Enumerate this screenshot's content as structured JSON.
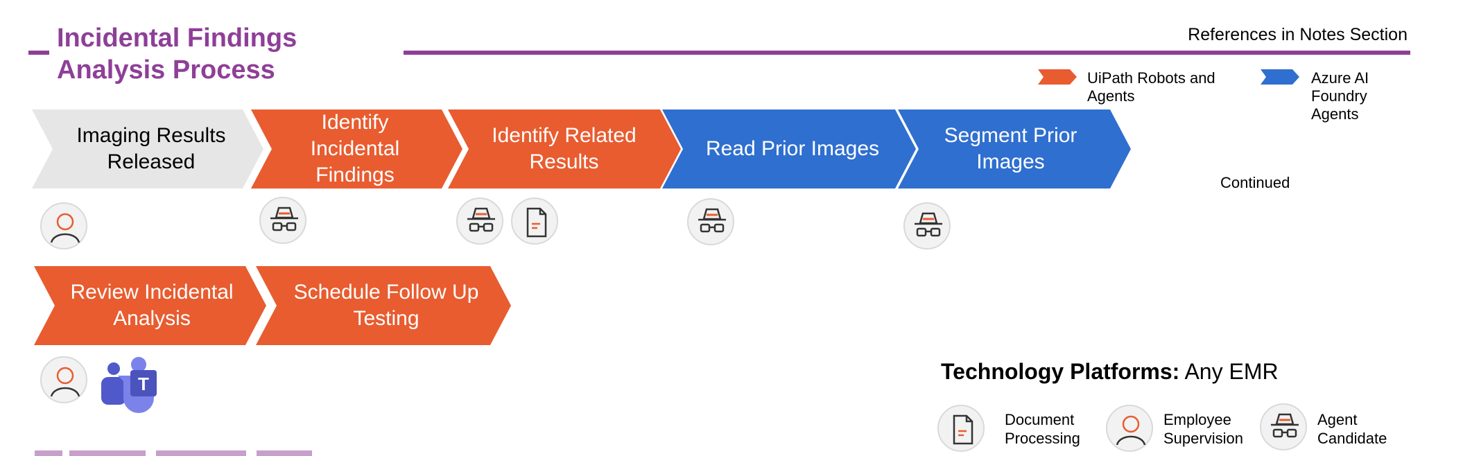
{
  "header": {
    "title": "Incidental Findings\nAnalysis Process",
    "references_note": "References in Notes Section"
  },
  "legend": {
    "items": [
      {
        "label": "UiPath Robots and\nAgents",
        "color": "#e85c30"
      },
      {
        "label": "Azure AI\nFoundry\nAgents",
        "color": "#2f6fcf"
      }
    ]
  },
  "colors": {
    "purple": "#8e3f97",
    "orange": "#e85c30",
    "blue": "#2f6fcf",
    "gray": "#e6e6e6"
  },
  "steps_row1": [
    {
      "label": "Imaging Results Released",
      "style": "gray",
      "icons": [
        "person-icon"
      ]
    },
    {
      "label": "Identify Incidental Findings",
      "style": "orange",
      "icons": [
        "agent-icon"
      ]
    },
    {
      "label": "Identify Related Results",
      "style": "orange",
      "icons": [
        "agent-icon",
        "document-icon"
      ]
    },
    {
      "label": "Read Prior Images",
      "style": "blue",
      "icons": [
        "agent-icon"
      ]
    },
    {
      "label": "Segment Prior Images",
      "style": "blue",
      "icons": [
        "agent-icon"
      ]
    }
  ],
  "continued_label": "Continued",
  "steps_row2": [
    {
      "label": "Review Incidental Analysis",
      "style": "orange",
      "icons": [
        "person-icon",
        "teams-icon"
      ]
    },
    {
      "label": "Schedule Follow Up Testing",
      "style": "orange",
      "icons": []
    }
  ],
  "tech_platforms": {
    "label": "Technology Platforms:",
    "value": " Any EMR"
  },
  "icon_legend": [
    {
      "icon": "document-icon",
      "label": "Document\nProcessing"
    },
    {
      "icon": "person-icon",
      "label": "Employee\nSupervision"
    },
    {
      "icon": "agent-icon",
      "label": "Agent\nCandidate"
    }
  ]
}
